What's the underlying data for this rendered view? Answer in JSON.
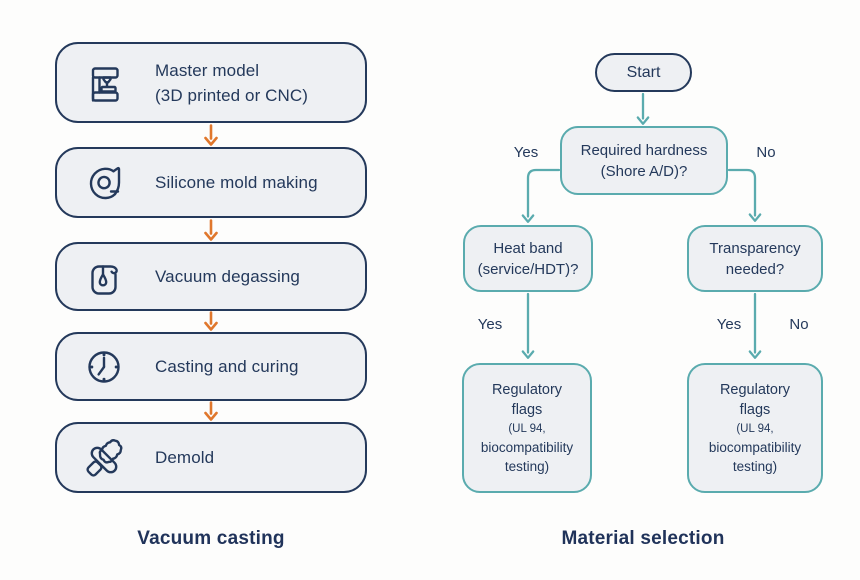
{
  "left_flow": {
    "title": "Vacuum casting",
    "steps": [
      {
        "icon": "printer-icon",
        "lines": [
          "Master model",
          "(3D printed or CNC)"
        ]
      },
      {
        "icon": "silicone-mold-icon",
        "lines": [
          "Silicone mold making"
        ]
      },
      {
        "icon": "vacuum-jar-icon",
        "lines": [
          "Vacuum degassing"
        ]
      },
      {
        "icon": "clock-icon",
        "lines": [
          "Casting and curing"
        ]
      },
      {
        "icon": "demold-icon",
        "lines": [
          "Demold"
        ]
      }
    ]
  },
  "right_flow": {
    "title": "Material selection",
    "start_label": "Start",
    "q_hardness": {
      "lines": [
        "Required hardness",
        "(Shore A/D)?"
      ],
      "yes": "Yes",
      "no": "No"
    },
    "q_heat": {
      "lines": [
        "Heat band",
        "(service/HDT)?"
      ],
      "yes": "Yes"
    },
    "q_transparency": {
      "lines": [
        "Transparency",
        "needed?"
      ],
      "yes": "Yes",
      "no": "No"
    },
    "result_left": {
      "lines": [
        "Regulatory",
        "flags",
        "(UL 94,",
        "biocompatibility",
        "testing)"
      ]
    },
    "result_right": {
      "lines": [
        "Regulatory",
        "flags",
        "(UL 94,",
        "biocompatibility",
        "testing)"
      ]
    }
  },
  "colors": {
    "navy": "#24395b",
    "teal": "#5aabae",
    "orange": "#e0772c",
    "box_fill": "#eef0f3",
    "background": "#fdfdfc"
  }
}
